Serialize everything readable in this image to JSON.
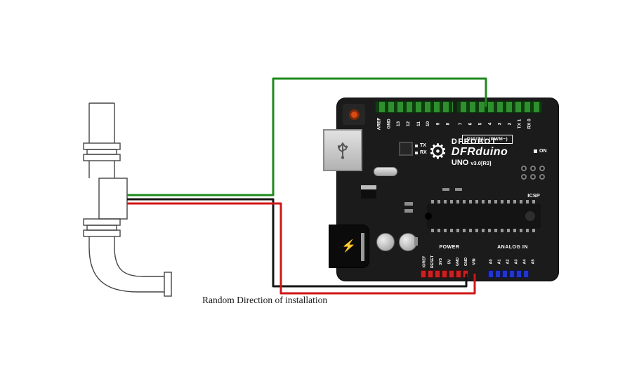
{
  "caption": "Random Direction of installation",
  "board": {
    "brand": "DFROBOT",
    "product": "DFRduino",
    "model": "UNO",
    "version": "v3.0[R3]",
    "digital_section_label": "DIGITAL (PWM~)",
    "digital_left": [
      "AREF",
      "GND",
      "13",
      "12",
      "11",
      "10",
      "9",
      "8"
    ],
    "digital_right": [
      "7",
      "6",
      "5",
      "4",
      "3",
      "2",
      "TX 1",
      "RX 0"
    ],
    "tx_label": "TX",
    "rx_label": "RX",
    "on_label": "ON",
    "icsp_label": "ICSP",
    "power_section_label": "POWER",
    "power_pins": [
      "IOREF",
      "RESET",
      "3V3",
      "5V",
      "GND",
      "GND",
      "VIN"
    ],
    "analog_section_label": "ANALOG IN",
    "analog_pins": [
      "A0",
      "A1",
      "A2",
      "A3",
      "A4",
      "A5"
    ]
  },
  "icons": {
    "gear": "⚙",
    "lightning": "⚡"
  },
  "colors": {
    "wire_green": "#1d8a1d",
    "wire_red": "#d01616",
    "wire_black": "#141414",
    "board_black": "#1b1b1b",
    "header_green": "#2f8f2f",
    "power_pin_red": "#cc1f1f",
    "analog_pin_blue": "#2236cc"
  }
}
